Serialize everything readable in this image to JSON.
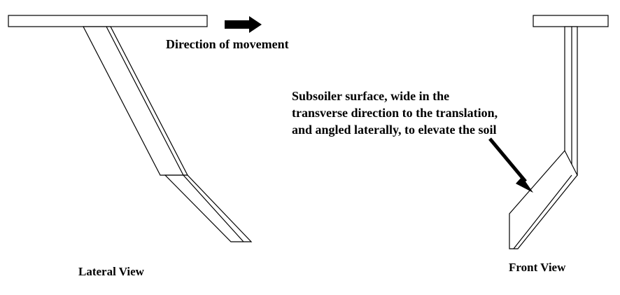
{
  "labels": {
    "direction": "Direction of movement",
    "lateral_view": "Lateral View",
    "front_view": "Front View",
    "callout_lines": [
      "Subsoiler surface, wide in the",
      "transverse direction to the translation,",
      "and angled laterally, to elevate the soil"
    ]
  },
  "colors": {
    "line": "#000000",
    "background": "#ffffff"
  }
}
